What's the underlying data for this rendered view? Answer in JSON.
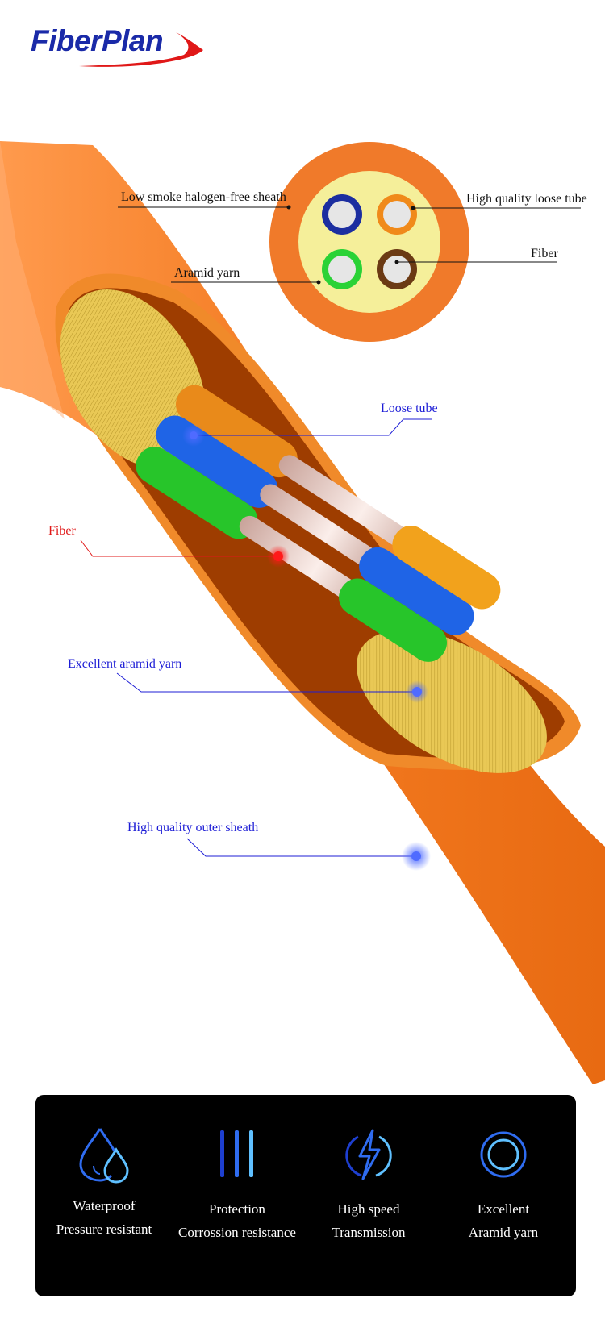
{
  "brand": {
    "name": "FiberPlan"
  },
  "cross_section_labels": {
    "sheath": "Low smoke halogen-free sheath",
    "loose_tube": "High quality loose tube",
    "fiber": "Fiber",
    "aramid": "Aramid yarn"
  },
  "cable_labels": {
    "loose_tube": "Loose tube",
    "fiber": "Fiber",
    "aramid": "Excellent aramid yarn",
    "outer_sheath": "High quality outer sheath"
  },
  "features": [
    {
      "icon": "water-drops-icon",
      "line1": "Waterproof",
      "line2": "Pressure resistant"
    },
    {
      "icon": "protection-bars-icon",
      "line1": "Protection",
      "line2": "Corrossion resistance"
    },
    {
      "icon": "lightning-speed-icon",
      "line1": "High speed",
      "line2": "Transmission"
    },
    {
      "icon": "concentric-rings-icon",
      "line1": "Excellent",
      "line2": "Aramid yarn"
    }
  ],
  "colors": {
    "brand_blue": "#1a2aa8",
    "brand_red": "#e01818",
    "cable_orange": "#f07a2a",
    "label_blue": "#1d1dd6",
    "label_red": "#e01818"
  }
}
